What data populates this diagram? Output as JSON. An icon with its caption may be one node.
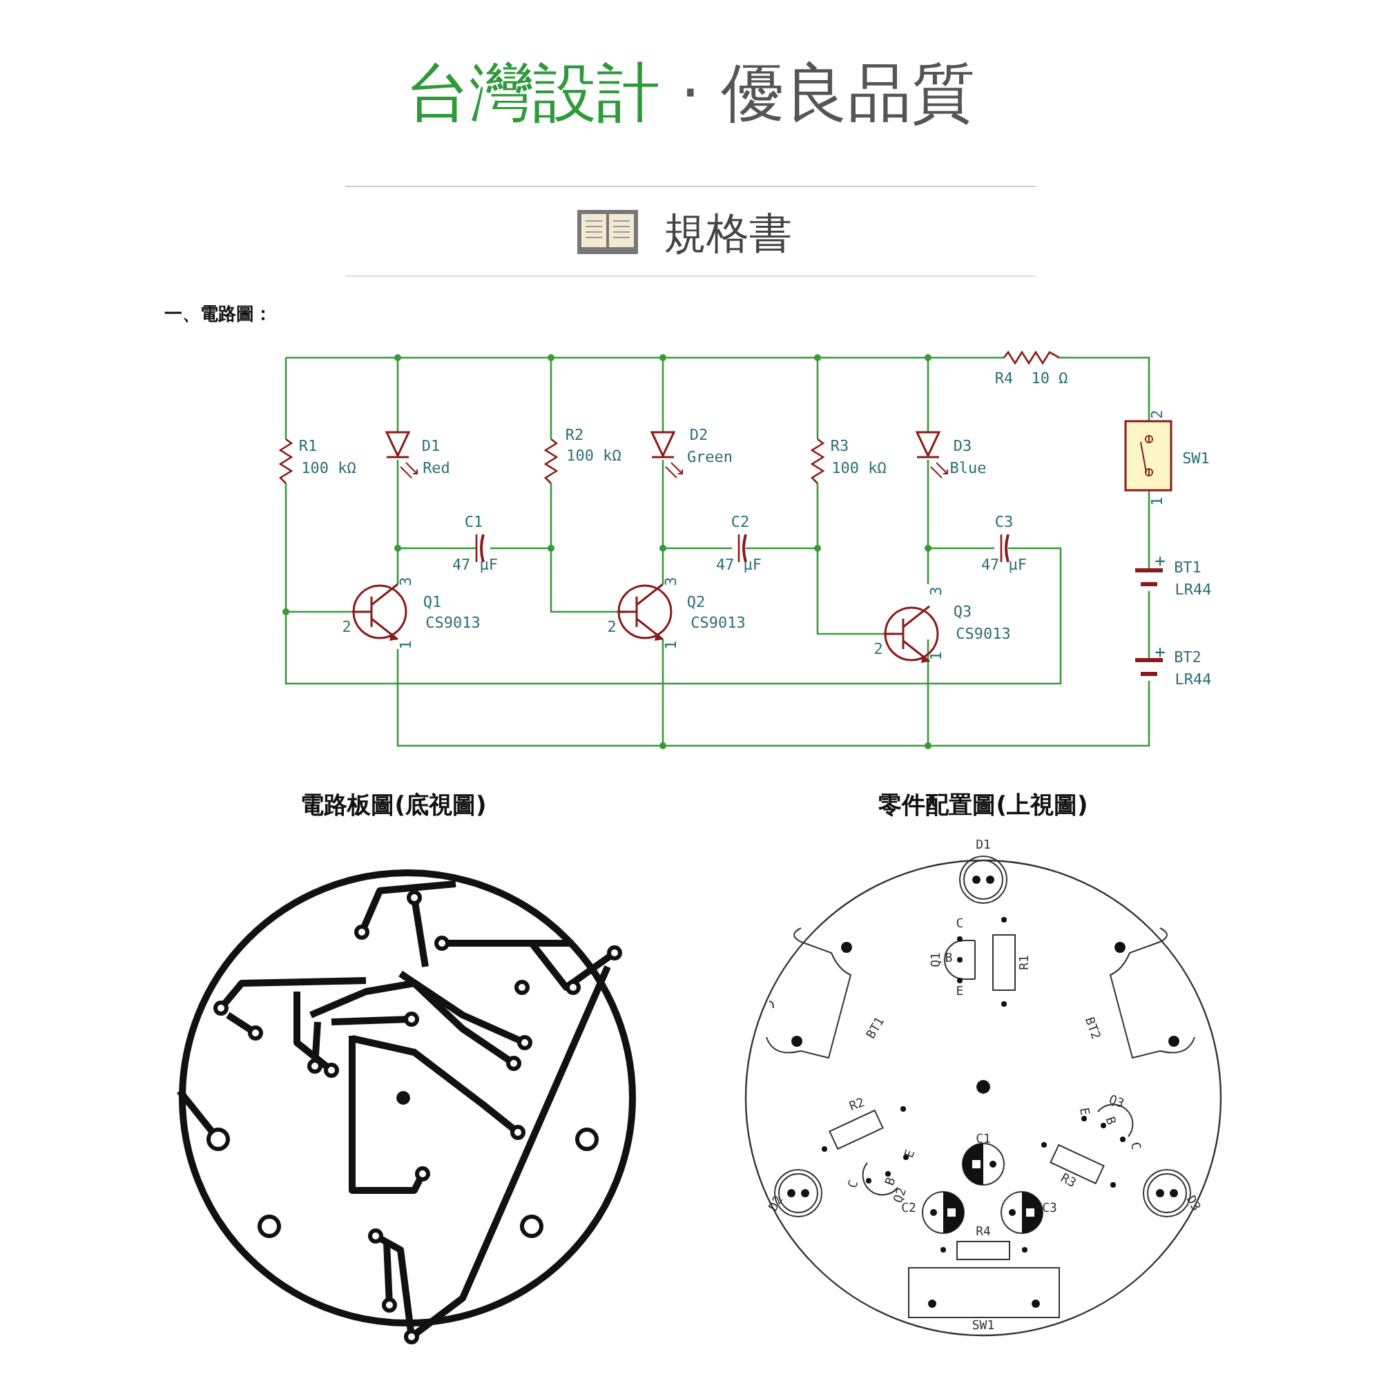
{
  "diagram": {
    "title": "台灣設計 · 優良品質",
    "labels": [
      "規格書",
      "一、電路圖：",
      "R4",
      "10 Ω",
      "2",
      "R1",
      "100 kΩ",
      "D1",
      "Red",
      "R2",
      "100 kΩ",
      "D2",
      "Green",
      "R3",
      "100 kΩ",
      "D3",
      "Blue",
      "SW1",
      "1",
      "C1",
      "47 µF",
      "C2",
      "47 µF",
      "C3",
      "47 µF",
      "+",
      "BT1",
      "LR44",
      "3",
      "Q1",
      "2",
      "CS9013",
      "1",
      "3",
      "Q2",
      "2",
      "CS9013",
      "1",
      "3",
      "Q3",
      "2",
      "CS9013",
      "1",
      "+",
      "BT2",
      "LR44",
      "電路板圖(底視圖)",
      "零件配置圖(上視圖)",
      "D1",
      "C",
      "Q1",
      "B",
      "R1",
      "E",
      "BT1",
      "BT2",
      "R2",
      "Q3",
      "E",
      "B",
      "C",
      "C1",
      "C",
      "B",
      "Q2",
      "E",
      "R3",
      "D2",
      "D3",
      "C2",
      "C3",
      "R4",
      "SW1"
    ]
  }
}
